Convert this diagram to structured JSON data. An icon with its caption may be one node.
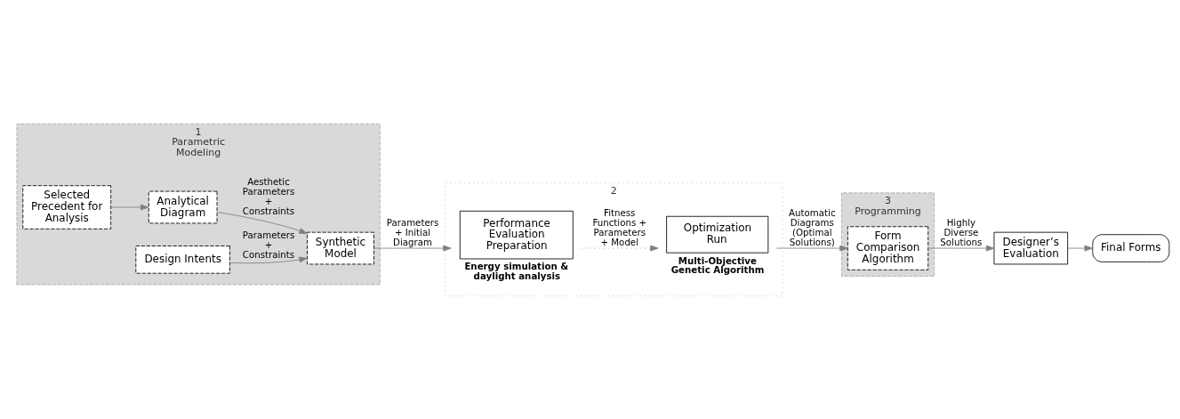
{
  "diagram": {
    "nodes": [
      {
        "text": [
          "1",
          "Parametric Modeling"
        ]
      },
      {
        "text": [
          "Selected Precedent for Analysis"
        ],
        "in": 0
      },
      {
        "text": [
          "Analytical Diagram"
        ],
        "in": 0
      },
      {
        "text": [
          "Synthetic Model"
        ],
        "in": 0
      },
      {
        "text": [
          "Design Intents"
        ],
        "in": 0
      },
      {
        "text": [
          "2"
        ]
      },
      {
        "text": [
          "Performance Evaluation Preparation"
        ],
        "in": 5,
        "beside": [
          "Energy simulation & daylight analysis"
        ]
      },
      {
        "text": [
          "Optimization Run"
        ],
        "in": 5,
        "beside": [
          "Multi-Objective Genetic Algorithm"
        ]
      },
      {
        "text": [
          "3",
          "Programming"
        ]
      },
      {
        "text": [
          "Form Comparison Algorithm"
        ],
        "in": 8
      },
      {
        "text": [
          "Designer’s Evaluation"
        ]
      },
      {
        "text": [
          "Final Forms"
        ]
      }
    ],
    "edges": [
      {
        "from": 1,
        "to": 2,
        "arrow": "to"
      },
      {
        "from": 2,
        "to": 3,
        "arrow": "to",
        "label": "Aesthetic Parameters + Constraints"
      },
      {
        "from": 4,
        "to": 3,
        "arrow": "to",
        "label": "Parameters + Constraints"
      },
      {
        "from": 3,
        "to": 6,
        "arrow": "to",
        "label": "Parameters + Initial Diagram"
      },
      {
        "from": 6,
        "to": 7,
        "arrow": "to",
        "label": "Fitness Functions + Parameters + Model",
        "style": "dashed"
      },
      {
        "from": 7,
        "to": 9,
        "arrow": "to",
        "label": "Automatic Diagrams (Optimal Solutions)"
      },
      {
        "from": 9,
        "to": 10,
        "arrow": "to",
        "label": "Highly Diverse Solutions"
      },
      {
        "from": 10,
        "to": 11,
        "arrow": "to"
      }
    ]
  }
}
